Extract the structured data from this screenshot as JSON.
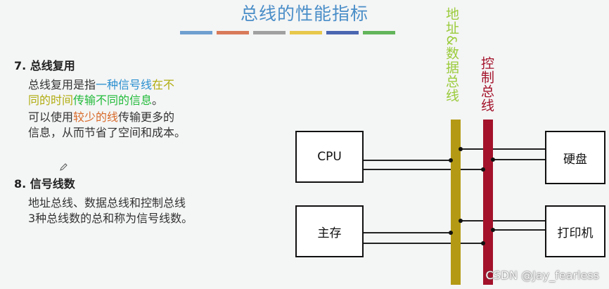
{
  "slide": {
    "title": "总线的性能指标",
    "stripe_colors": [
      "#6e9fd0",
      "#d87a5a",
      "#a0a0a0",
      "#e8c84a",
      "#4a66b0",
      "#62b55a"
    ]
  },
  "section7": {
    "heading": "7. 总线复用",
    "p1_a": "总线复用是指",
    "p1_b": "一种信号线",
    "p1_c": "在不\n同的时间",
    "p1_d": "传输不同的信息",
    "p1_e": "。",
    "p2_a": "可以使用",
    "p2_b": "较少的线",
    "p2_c": "传输更多的\n信息，从而节省了空间和成本。"
  },
  "section8": {
    "heading": "8. 信号线数",
    "p1": "地址总线、数据总线和控制总线\n3种总线数的总和称为信号线数。"
  },
  "diagram": {
    "bus1_label": "地址&数据总线",
    "bus2_label": "控制总线",
    "bus1_color": "#b49a14",
    "bus2_color": "#a3122a",
    "cpu": "CPU",
    "memory": "主存",
    "disk": "硬盘",
    "printer": "打印机"
  },
  "watermark": "CSDN @Jay_fearless"
}
